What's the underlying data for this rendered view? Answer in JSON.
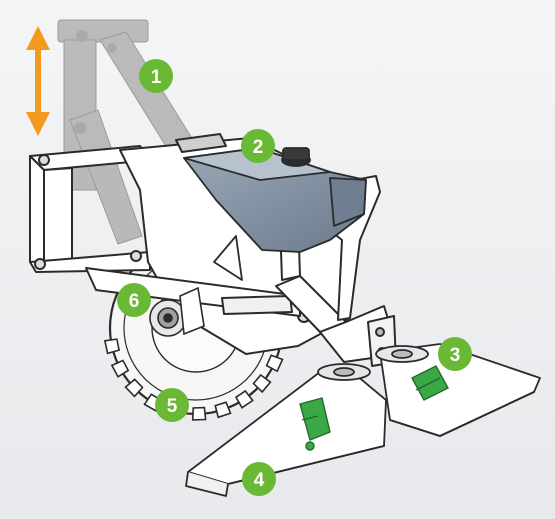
{
  "colors": {
    "background_top": "#f4f5f6",
    "background_bottom": "#e7e9ec",
    "callout_fill": "#6ab934",
    "callout_text": "#ffffff",
    "arrow": "#f39a1e",
    "frame_stroke": "#2b2b2b",
    "frame_fill": "#ffffff",
    "tank_fill": "#7f8ea0",
    "parallel_link_fill": "#8d8d8d",
    "part_green": "#3aa845"
  },
  "icons": {
    "arrow": "up-down-arrow-icon"
  },
  "callouts": [
    {
      "label": "1",
      "part": "parallel-linkage"
    },
    {
      "label": "2",
      "part": "hopper-tank"
    },
    {
      "label": "3",
      "part": "right-disc-opener"
    },
    {
      "label": "4",
      "part": "left-disc-opener"
    },
    {
      "label": "5",
      "part": "press-wheel"
    },
    {
      "label": "6",
      "part": "wheel-hub"
    }
  ]
}
